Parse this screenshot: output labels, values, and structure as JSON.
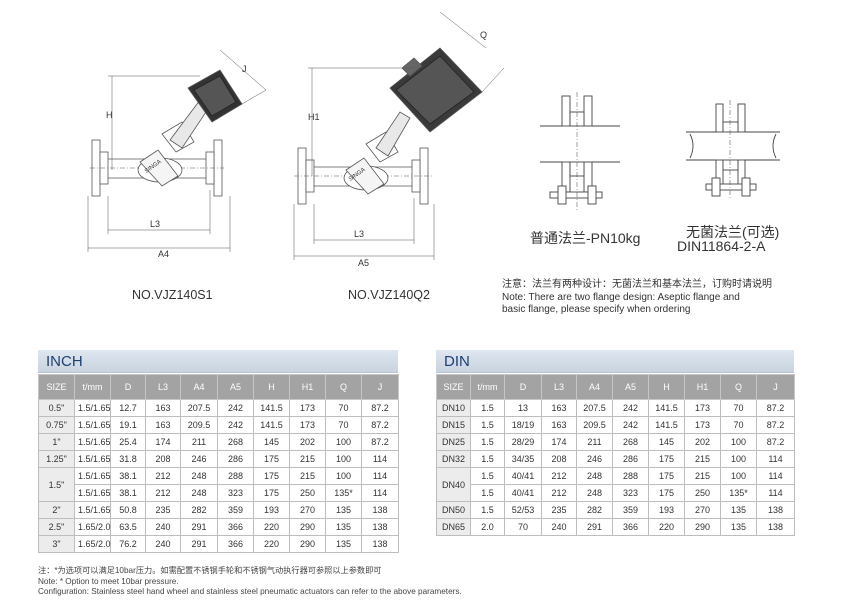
{
  "drawings": {
    "s1": {
      "caption": "NO.VJZ140S1",
      "dims": {
        "h": "H",
        "j": "J",
        "l3": "L3",
        "a4": "A4"
      },
      "body_text": "SINGA"
    },
    "q2": {
      "caption": "NO.VJZ140Q2",
      "dims": {
        "h1": "H1",
        "q": "Q",
        "l3": "L3",
        "a5": "A5"
      },
      "body_text": "SINGA"
    },
    "flange_basic": {
      "label": "普通法兰-PN10kg"
    },
    "flange_aseptic": {
      "label_line1": "无菌法兰(可选)",
      "label_line2": "DIN11864-2-A"
    }
  },
  "note_cn": "注意：法兰有两种设计：无菌法兰和基本法兰，订购时请说明",
  "note_en_line1": "Note: There are two flange design: Aseptic flange and",
  "note_en_line2": "basic flange, please specify when ordering",
  "inch_table": {
    "title": "INCH",
    "headers": [
      "SIZE",
      "t/mm",
      "D",
      "L3",
      "A4",
      "A5",
      "H",
      "H1",
      "Q",
      "J"
    ],
    "rows": [
      {
        "size": "0.5\"",
        "t": "1.5/1.65",
        "d": "12.7",
        "l3": "163",
        "a4": "207.5",
        "a5": "242",
        "h": "141.5",
        "h1": "173",
        "q": "70",
        "j": "87.2"
      },
      {
        "size": "0.75\"",
        "t": "1.5/1.65",
        "d": "19.1",
        "l3": "163",
        "a4": "209.5",
        "a5": "242",
        "h": "141.5",
        "h1": "173",
        "q": "70",
        "j": "87.2"
      },
      {
        "size": "1\"",
        "t": "1.5/1.65",
        "d": "25.4",
        "l3": "174",
        "a4": "211",
        "a5": "268",
        "h": "145",
        "h1": "202",
        "q": "100",
        "j": "87.2"
      },
      {
        "size": "1.25\"",
        "t": "1.5/1.65",
        "d": "31.8",
        "l3": "208",
        "a4": "246",
        "a5": "286",
        "h": "175",
        "h1": "215",
        "q": "100",
        "j": "114"
      },
      {
        "size": "1.5\"",
        "t": "1.5/1.65",
        "d": "38.1",
        "l3": "212",
        "a4": "248",
        "a5": "288",
        "h": "175",
        "h1": "215",
        "q": "100",
        "j": "114"
      },
      {
        "size": "",
        "t": "1.5/1.65",
        "d": "38.1",
        "l3": "212",
        "a4": "248",
        "a5": "323",
        "h": "175",
        "h1": "250",
        "q": "135*",
        "j": "114"
      },
      {
        "size": "2\"",
        "t": "1.5/1.65",
        "d": "50.8",
        "l3": "235",
        "a4": "282",
        "a5": "359",
        "h": "193",
        "h1": "270",
        "q": "135",
        "j": "138"
      },
      {
        "size": "2.5\"",
        "t": "1.65/2.0",
        "d": "63.5",
        "l3": "240",
        "a4": "291",
        "a5": "366",
        "h": "220",
        "h1": "290",
        "q": "135",
        "j": "138"
      },
      {
        "size": "3\"",
        "t": "1.65/2.0",
        "d": "76.2",
        "l3": "240",
        "a4": "291",
        "a5": "366",
        "h": "220",
        "h1": "290",
        "q": "135",
        "j": "138"
      }
    ]
  },
  "din_table": {
    "title": "DIN",
    "headers": [
      "SIZE",
      "t/mm",
      "D",
      "L3",
      "A4",
      "A5",
      "H",
      "H1",
      "Q",
      "J"
    ],
    "rows": [
      {
        "size": "DN10",
        "t": "1.5",
        "d": "13",
        "l3": "163",
        "a4": "207.5",
        "a5": "242",
        "h": "141.5",
        "h1": "173",
        "q": "70",
        "j": "87.2"
      },
      {
        "size": "DN15",
        "t": "1.5",
        "d": "18/19",
        "l3": "163",
        "a4": "209.5",
        "a5": "242",
        "h": "141.5",
        "h1": "173",
        "q": "70",
        "j": "87.2"
      },
      {
        "size": "DN25",
        "t": "1.5",
        "d": "28/29",
        "l3": "174",
        "a4": "211",
        "a5": "268",
        "h": "145",
        "h1": "202",
        "q": "100",
        "j": "87.2"
      },
      {
        "size": "DN32",
        "t": "1.5",
        "d": "34/35",
        "l3": "208",
        "a4": "246",
        "a5": "286",
        "h": "175",
        "h1": "215",
        "q": "100",
        "j": "114"
      },
      {
        "size": "DN40",
        "t": "1.5",
        "d": "40/41",
        "l3": "212",
        "a4": "248",
        "a5": "288",
        "h": "175",
        "h1": "215",
        "q": "100",
        "j": "114"
      },
      {
        "size": "",
        "t": "1.5",
        "d": "40/41",
        "l3": "212",
        "a4": "248",
        "a5": "323",
        "h": "175",
        "h1": "250",
        "q": "135*",
        "j": "114"
      },
      {
        "size": "DN50",
        "t": "1.5",
        "d": "52/53",
        "l3": "235",
        "a4": "282",
        "a5": "359",
        "h": "193",
        "h1": "270",
        "q": "135",
        "j": "138"
      },
      {
        "size": "DN65",
        "t": "2.0",
        "d": "70",
        "l3": "240",
        "a4": "291",
        "a5": "366",
        "h": "220",
        "h1": "290",
        "q": "135",
        "j": "138"
      }
    ]
  },
  "footnotes": {
    "cn": "注：*为选项可以满足10bar压力。如需配置不锈钢手轮和不锈钢气动执行器可参照以上参数即可",
    "en1": "Note: * Option to meet 10bar pressure.",
    "en2": "Configuration: Stainless steel hand wheel and stainless steel pneumatic actuators can refer to the above parameters."
  },
  "colors": {
    "header_gray": "#a3a3a3",
    "title_blue": "#1e3f73",
    "title_band": "#d6dfe9"
  }
}
